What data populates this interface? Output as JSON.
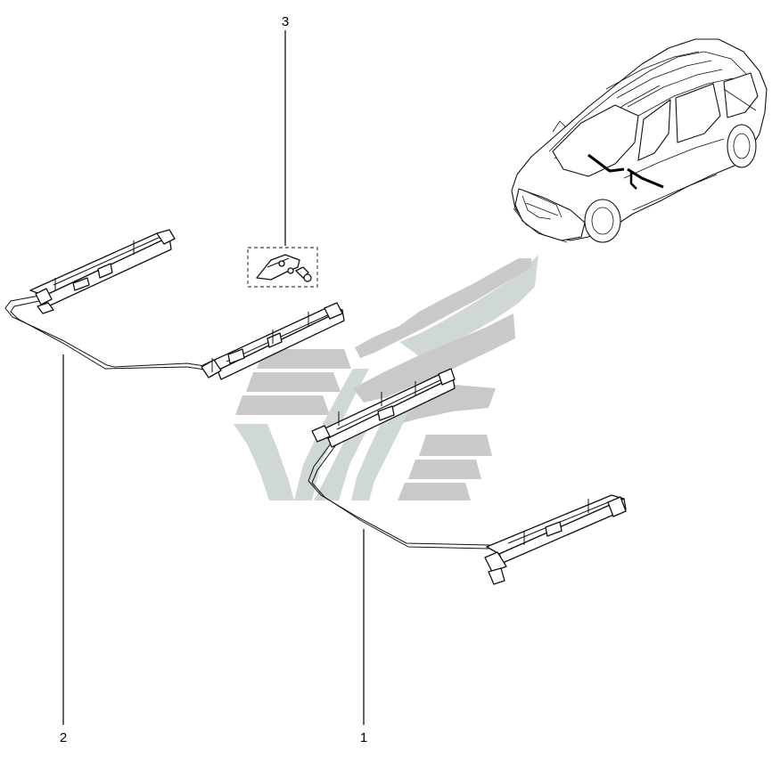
{
  "callouts": [
    {
      "id": "1",
      "label": "1"
    },
    {
      "id": "2",
      "label": "2"
    },
    {
      "id": "3",
      "label": "3"
    }
  ],
  "colors": {
    "line": "#000000",
    "watermark_gray": "#c9c9c9",
    "watermark_green": "#cfd8d2",
    "background": "#ffffff"
  }
}
